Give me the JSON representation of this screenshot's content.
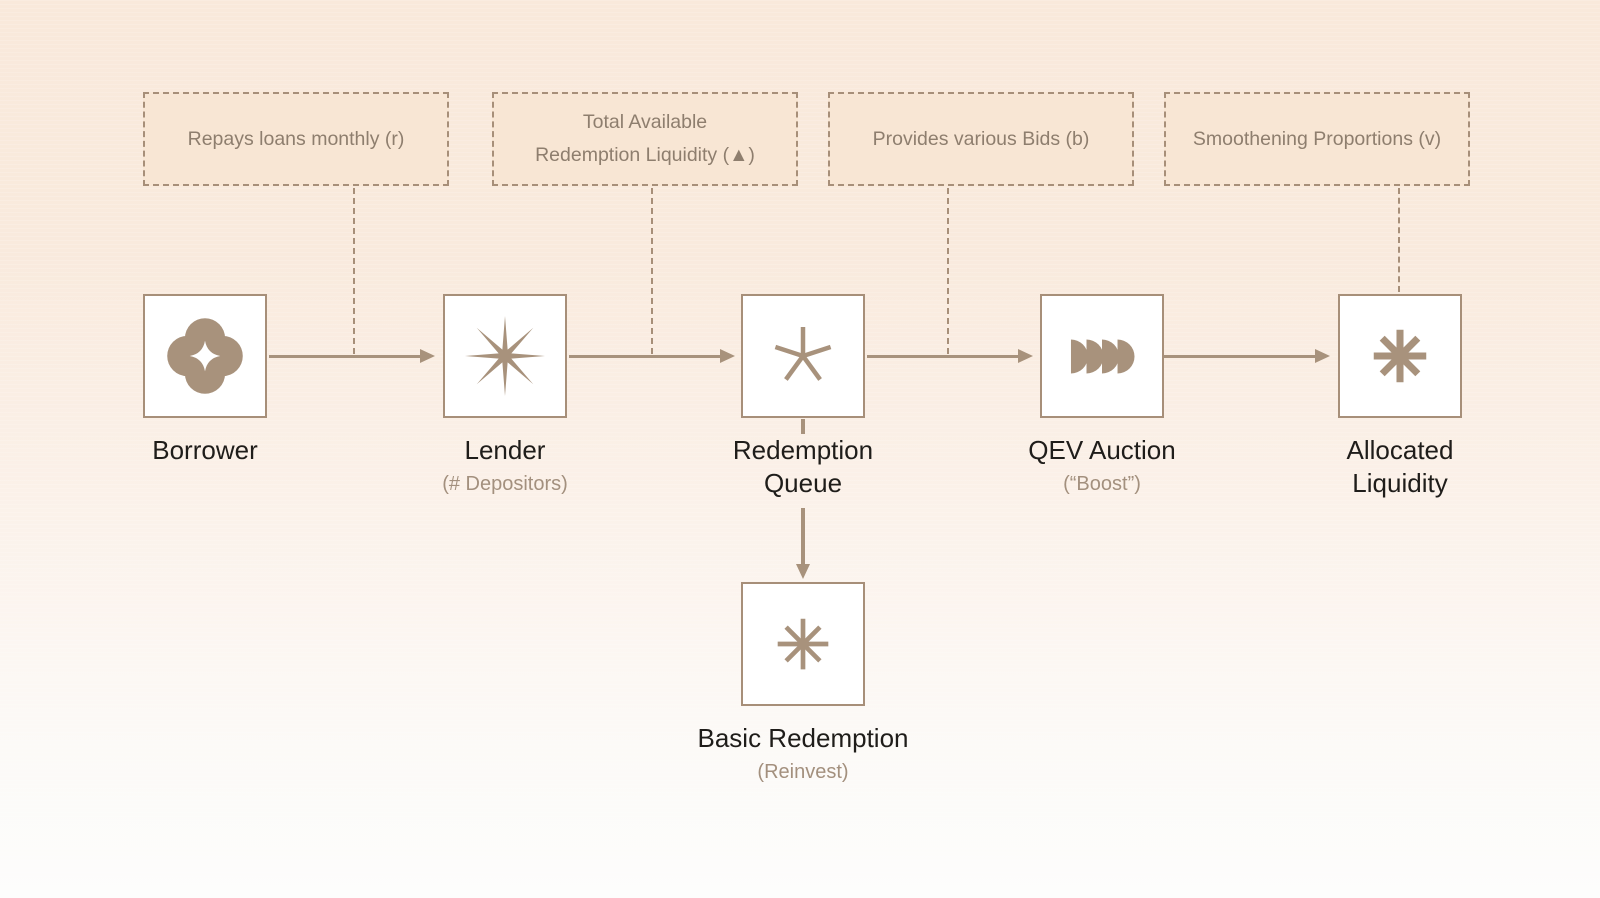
{
  "diagram": {
    "background": {
      "top_color": "#f9e9db",
      "bottom_color": "#fdfdfc"
    },
    "colors": {
      "accent": "#a8927c",
      "node_border": "#a78f79",
      "node_fill": "#ffffff",
      "annotation_fill": "#f8e6d4",
      "annotation_text": "#8e7e6e",
      "label_text": "#1f1d1a",
      "sublabel_text": "#a3907e"
    },
    "annotations": [
      {
        "id": "repays-loans",
        "line1": "Repays loans monthly (r)"
      },
      {
        "id": "total-available",
        "line1": "Total Available",
        "line2": "Redemption Liquidity (▲)"
      },
      {
        "id": "provides-bids",
        "line1": "Provides various Bids (b)"
      },
      {
        "id": "smoothening",
        "line1": "Smoothening Proportions (v)"
      }
    ],
    "nodes": [
      {
        "id": "borrower",
        "icon": "quatrefoil-icon",
        "line1": "Borrower"
      },
      {
        "id": "lender",
        "icon": "starburst-8-icon",
        "line1": "Lender",
        "sublabel": "(# Depositors)"
      },
      {
        "id": "redemption-queue",
        "icon": "asterisk-5-icon",
        "line1": "Redemption",
        "line2": "Queue"
      },
      {
        "id": "qev-auction",
        "icon": "fast-forward-icon",
        "line1": "QEV Auction",
        "sublabel": "(“Boost”)"
      },
      {
        "id": "allocated-liquidity",
        "icon": "asterisk-8-bold-icon",
        "line1": "Allocated",
        "line2": "Liquidity"
      },
      {
        "id": "basic-redemption",
        "icon": "asterisk-8-icon",
        "line1": "Basic Redemption",
        "sublabel": "(Reinvest)"
      }
    ]
  }
}
